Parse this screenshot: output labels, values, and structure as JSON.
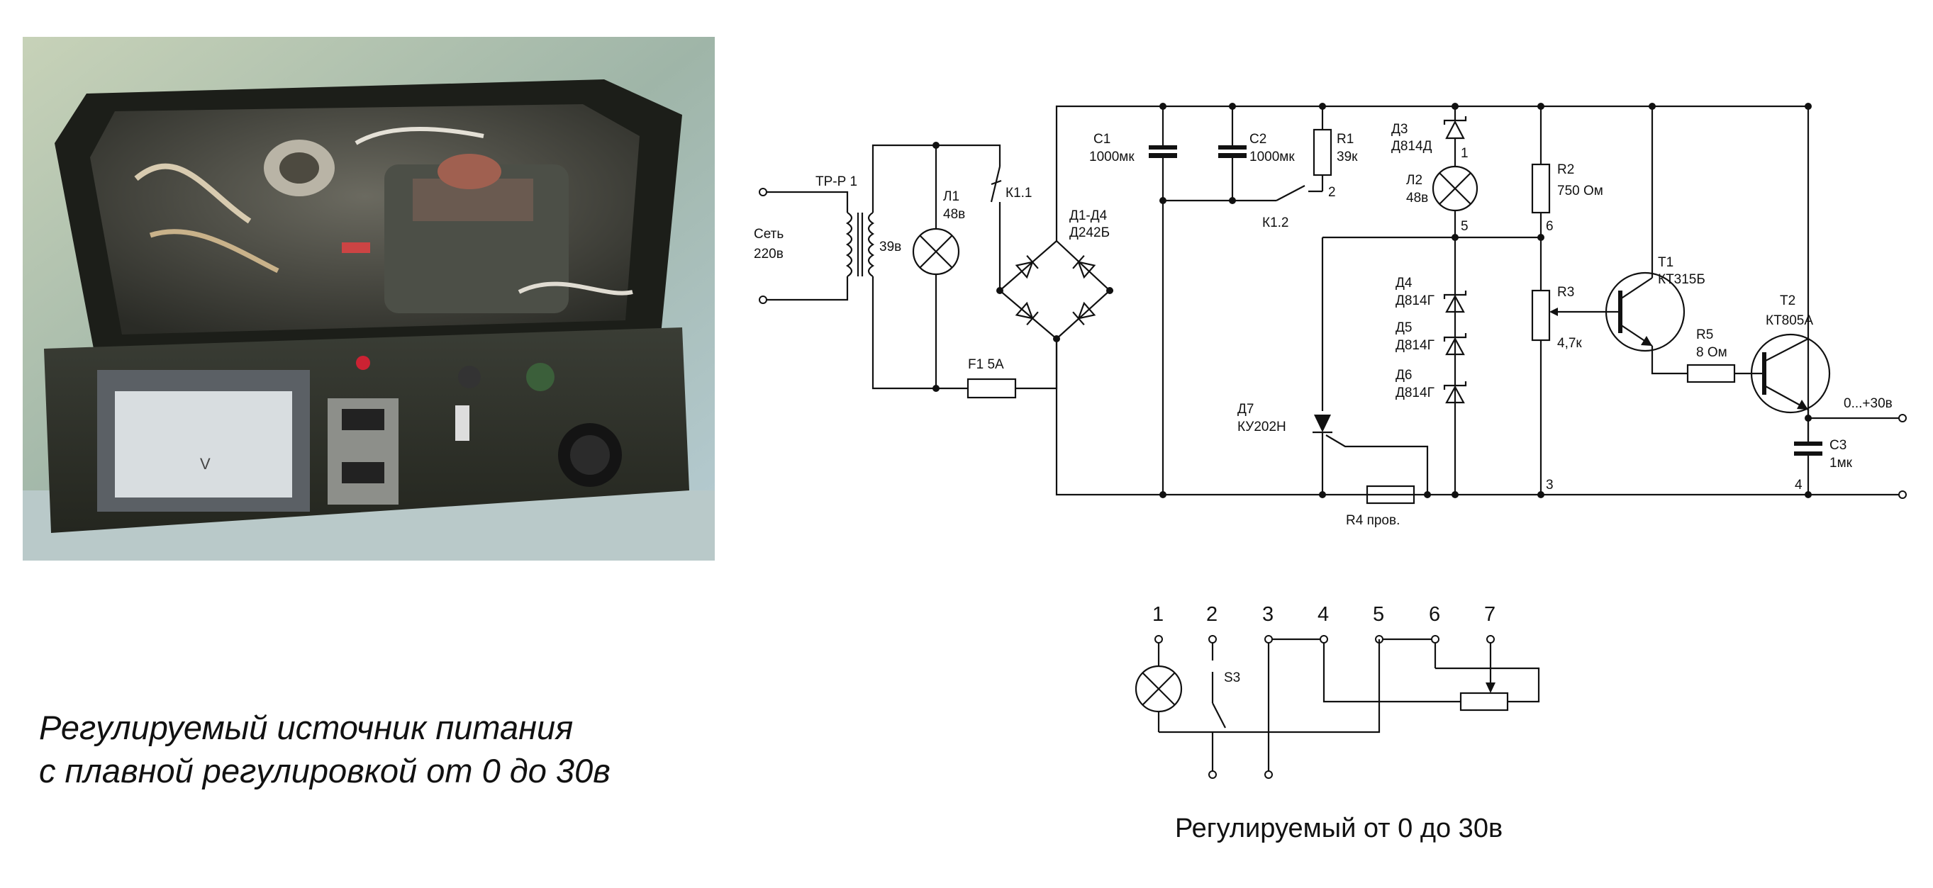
{
  "caption": {
    "line1": "Регулируемый источник питания",
    "line2": "с плавной регулировкой от 0 до 30в"
  },
  "bottom_caption": "Регулируемый от 0 до 30в",
  "photo": {
    "meter_letter": "V"
  },
  "schematic": {
    "tr_label": "ТР-Р 1",
    "mains_label1": "Сеть",
    "mains_label2": "220в",
    "secondary_v": "39в",
    "l1_name": "Л1",
    "l1_value": "48в",
    "k11": "К1.1",
    "bridge_name": "Д1-Д4",
    "bridge_type": "Д242Б",
    "fuse": "F1 5А",
    "c1_name": "С1",
    "c1_value": "1000мк",
    "c2_name": "С2",
    "c2_value": "1000мк",
    "r1_name": "R1",
    "r1_value": "39к",
    "k12": "К1.2",
    "d3_name": "Д3",
    "d3_type": "Д814Д",
    "l2_name": "Л2",
    "l2_value": "48в",
    "d4_name": "Д4",
    "d4_type": "Д814Г",
    "d5_name": "Д5",
    "d5_type": "Д814Г",
    "d6_name": "Д6",
    "d6_type": "Д814Г",
    "d7_name": "Д7",
    "d7_type": "КУ202Н",
    "r4": "R4 пров.",
    "r2_name": "R2",
    "r2_value": "750 Ом",
    "r3_name": "R3",
    "r3_value": "4,7к",
    "t1_name": "T1",
    "t1_type": "КТ315Б",
    "t2_name": "T2",
    "t2_type": "КТ805А",
    "r5_name": "R5",
    "r5_value": "8 Ом",
    "c3_name": "С3",
    "c3_value": "1мк",
    "output": "0...+30в",
    "n1": "1",
    "n2": "2",
    "n3": "3",
    "n4": "4",
    "n5": "5",
    "n6": "6"
  },
  "connector": {
    "pins": [
      "1",
      "2",
      "3",
      "4",
      "5",
      "6",
      "7"
    ],
    "switch_label": "S3"
  }
}
